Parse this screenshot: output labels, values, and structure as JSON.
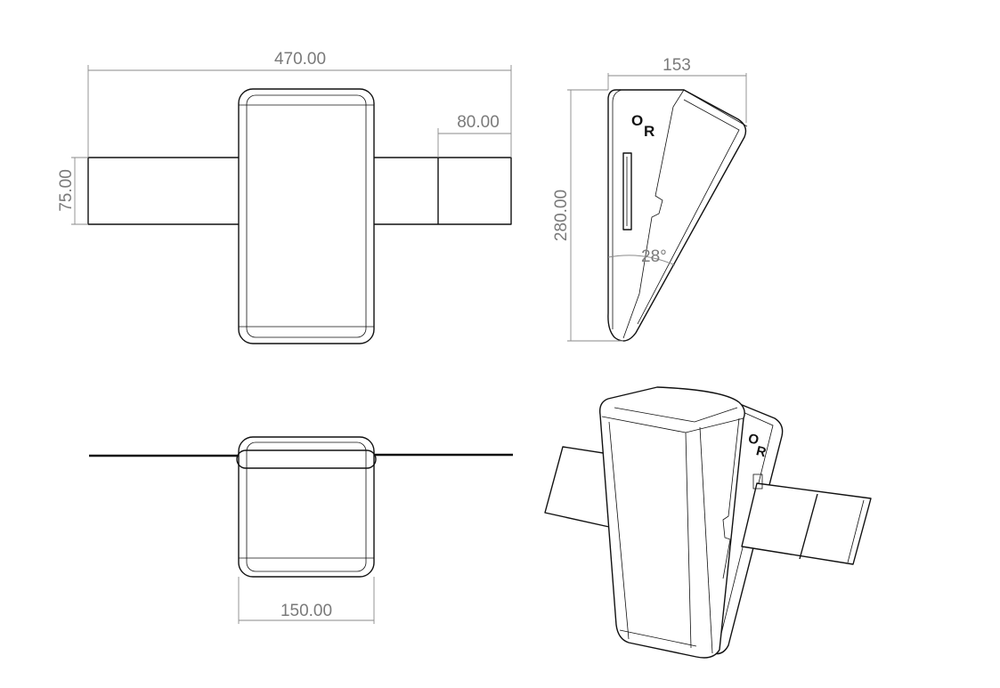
{
  "dimensions": {
    "overall_width": "470.00",
    "strap_extension": "80.00",
    "strap_height": "75.00",
    "side_depth": "153",
    "side_height": "280.00",
    "angle": "28°",
    "bottom_width": "150.00"
  },
  "logo": {
    "top_letter": "O",
    "bottom_letter": "R"
  }
}
